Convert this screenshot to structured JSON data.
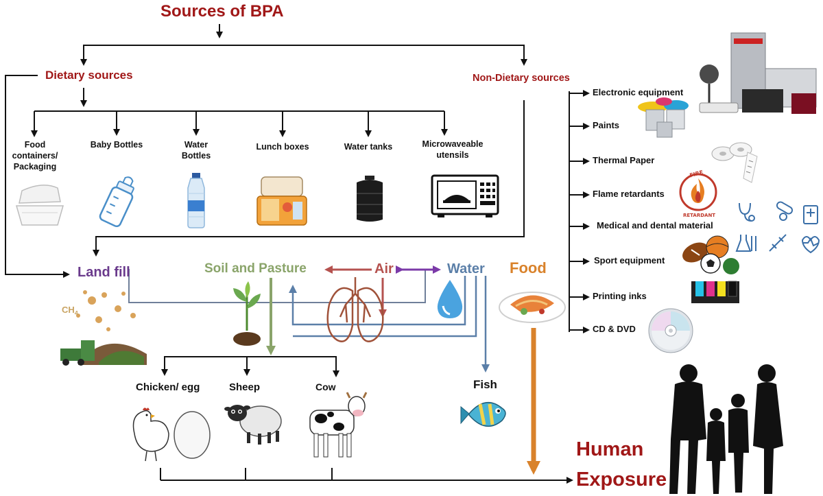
{
  "title": "Sources of BPA",
  "branches": {
    "dietary": "Dietary sources",
    "non_dietary": "Non-Dietary sources"
  },
  "dietary_items": [
    {
      "label": "Food containers/ Packaging",
      "icon": "food-container-icon"
    },
    {
      "label": "Baby Bottles",
      "icon": "baby-bottle-icon"
    },
    {
      "label": "Water Bottles",
      "icon": "water-bottle-icon"
    },
    {
      "label": "Lunch boxes",
      "icon": "lunch-box-icon"
    },
    {
      "label": "Water tanks",
      "icon": "water-tank-icon"
    },
    {
      "label": "Microwaveable utensils",
      "icon": "microwave-icon"
    }
  ],
  "non_dietary_items": [
    {
      "label": "Electronic equipment",
      "icon": "electronics-icon"
    },
    {
      "label": "Paints",
      "icon": "paint-buckets-icon"
    },
    {
      "label": "Thermal Paper",
      "icon": "paper-rolls-icon"
    },
    {
      "label": "Flame retardants",
      "icon": "fire-retardant-icon"
    },
    {
      "label": "Medical and dental material",
      "icon": "medical-icon"
    },
    {
      "label": "Sport equipment",
      "icon": "balls-icon"
    },
    {
      "label": "Printing inks",
      "icon": "ink-cartridges-icon"
    },
    {
      "label": "CD & DVD",
      "icon": "disc-icon"
    }
  ],
  "environment": {
    "landfill": "Land fill",
    "soil": "Soil and Pasture",
    "air": "Air",
    "water": "Water",
    "food": "Food",
    "fish": "Fish",
    "ch4": "CH",
    "ch4_sub": "4"
  },
  "animals": [
    {
      "label": "Chicken/ egg",
      "icon": "chicken-egg-icon"
    },
    {
      "label": "Sheep",
      "icon": "sheep-icon"
    },
    {
      "label": "Cow",
      "icon": "cow-icon"
    }
  ],
  "fire_badge": {
    "top": "FIRE",
    "bottom": "RETARDANT"
  },
  "outcome": {
    "line1": "Human",
    "line2": "Exposure"
  },
  "colors": {
    "title_red": "#a01717",
    "landfill_purple": "#6a3a8c",
    "soil_green": "#8aa46a",
    "air_red": "#b5524f",
    "water_blue": "#5b7fa8",
    "food_orange": "#d9822b"
  }
}
